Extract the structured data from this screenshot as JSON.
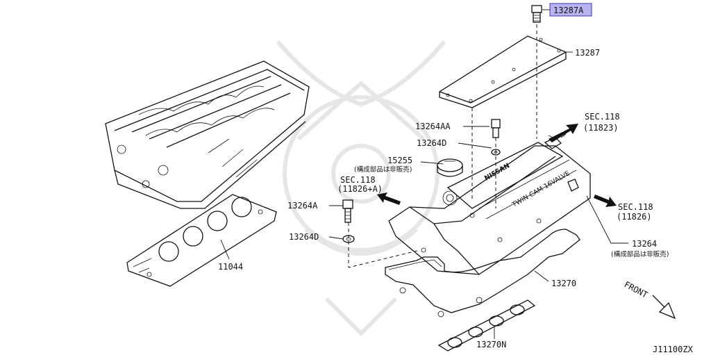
{
  "highlight_color": "#b7b4ef",
  "callouts": {
    "p13287A": "13287A",
    "p13287": "13287",
    "p13264AA": "13264AA",
    "p13264D_top": "13264D",
    "p15255": "15255",
    "p15255_note": "(構成部品は非販売)",
    "sec118_left": "SEC.118",
    "sec118_left_sub": "(11826+A)",
    "sec118_top": "SEC.118",
    "sec118_top_sub": "(11823)",
    "sec118_right": "SEC.118",
    "sec118_right_sub": "(11826)",
    "p13264A": "13264A",
    "p13264D_low": "13264D",
    "p13264": "13264",
    "p13264_note": "(構成部品は非販売)",
    "p11044": "11044",
    "p13270": "13270",
    "p13270N": "13270N",
    "front": "FRONT",
    "diagram_code": "J11100ZX"
  },
  "cover_text": {
    "brand": "NISSAN",
    "spec": "TWIN CAM 16VALVE"
  }
}
